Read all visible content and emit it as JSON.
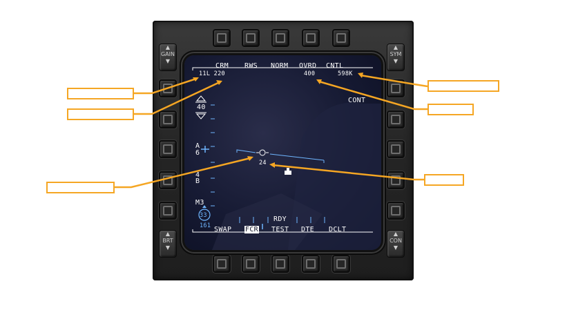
{
  "rockers": {
    "gain": {
      "label": "GAIN"
    },
    "sym": {
      "label": "SYM"
    },
    "brt": {
      "label": "BRT"
    },
    "con": {
      "label": "CON"
    }
  },
  "arrows": {
    "up": "▲",
    "down": "▼"
  },
  "display": {
    "top_row": {
      "mode": "CRM",
      "submode": "RWS",
      "format": "NORM",
      "ovrd": "OVRD",
      "cntl": "CNTL"
    },
    "range_readout": "11L 220",
    "ovrd_value": "400",
    "cntl_value": "598K",
    "cont_label": "CONT",
    "range_scale": "40",
    "azimuth": {
      "top": "A",
      "bottom": "6"
    },
    "bar": {
      "top": "4",
      "bottom": "B"
    },
    "master_mode": "M3",
    "heading_circle": "33",
    "heading_value": "161",
    "target_readout": "24",
    "rdy": "RDY",
    "bottom_row": {
      "swap": "SWAP",
      "fcr": "FCR",
      "test": "TEST",
      "dte": "DTE",
      "dclt": "DCLT"
    }
  },
  "colors": {
    "callout_border": "#f5a623",
    "screen_bg": "#161a33",
    "symbology": "#ffffff",
    "cursor_blue": "#6fb6ff",
    "bezel": "#2a2a2a"
  }
}
